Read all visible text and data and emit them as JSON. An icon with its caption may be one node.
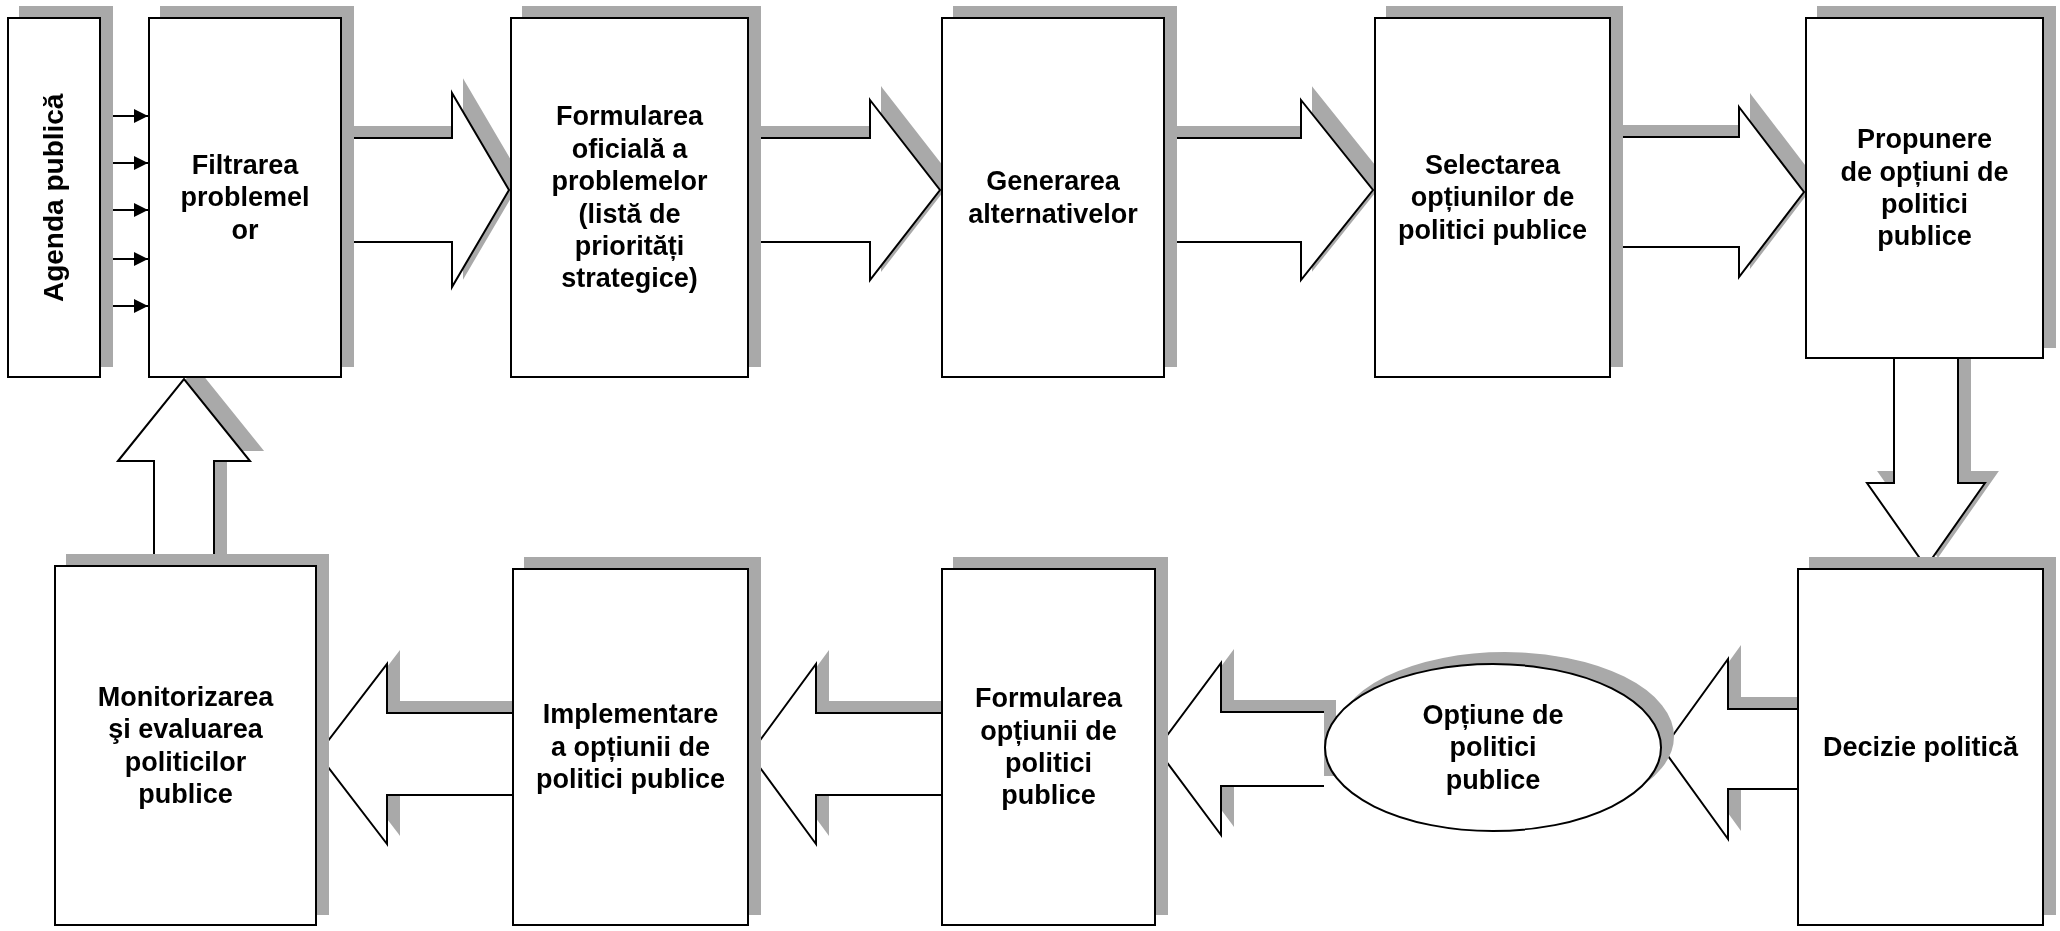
{
  "diagram": {
    "nodes": [
      {
        "text": [
          "Agenda publică"
        ]
      },
      {
        "text": [
          "Filtrarea problemel or"
        ]
      },
      {
        "text": [
          "Formularea oficială a problemelor (listă de priorități strategice)"
        ]
      },
      {
        "text": [
          "Generarea alternativelor"
        ]
      },
      {
        "text": [
          "Selectarea opțiunilor de politici publice"
        ]
      },
      {
        "text": [
          "Propunere de opțiuni de politici publice"
        ]
      },
      {
        "text": [
          "Decizie politică"
        ]
      },
      {
        "text": [
          "Opțiune de politici publice"
        ]
      },
      {
        "text": [
          "Formularea opțiunii de politici publice"
        ]
      },
      {
        "text": [
          "Implementare a opțiunii de politici publice"
        ]
      },
      {
        "text": [
          "Monitorizarea şi evaluarea politicilor publice"
        ]
      }
    ],
    "edges": [
      {
        "from": 0,
        "to": 1,
        "arrow": "to"
      },
      {
        "from": 0,
        "to": 1,
        "arrow": "to"
      },
      {
        "from": 0,
        "to": 1,
        "arrow": "to"
      },
      {
        "from": 0,
        "to": 1,
        "arrow": "to"
      },
      {
        "from": 0,
        "to": 1,
        "arrow": "to"
      },
      {
        "from": 1,
        "to": 2,
        "arrow": "to"
      },
      {
        "from": 2,
        "to": 3,
        "arrow": "to"
      },
      {
        "from": 3,
        "to": 4,
        "arrow": "to"
      },
      {
        "from": 4,
        "to": 5,
        "arrow": "to"
      },
      {
        "from": 5,
        "to": 6,
        "arrow": "to"
      },
      {
        "from": 6,
        "to": 7,
        "arrow": "to"
      },
      {
        "from": 7,
        "to": 8,
        "arrow": "to"
      },
      {
        "from": 8,
        "to": 9,
        "arrow": "to"
      },
      {
        "from": 9,
        "to": 10,
        "arrow": "to"
      },
      {
        "from": 10,
        "to": 1,
        "arrow": "to"
      }
    ]
  }
}
